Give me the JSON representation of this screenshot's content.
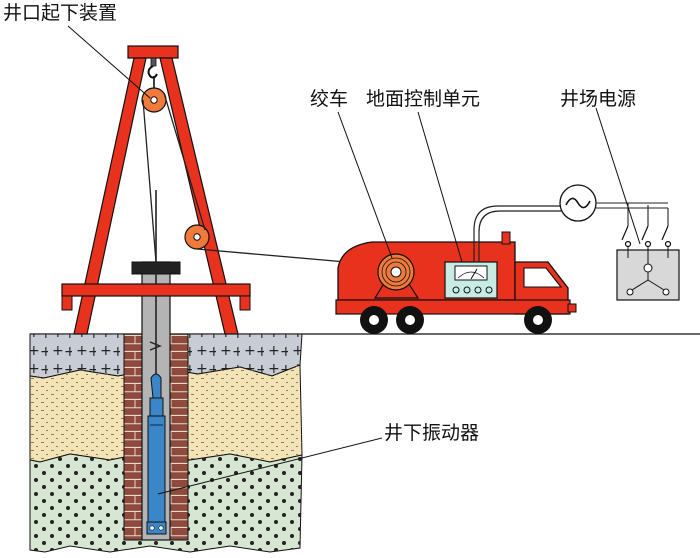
{
  "labels": {
    "wellhead_lifting_device": "井口起下装置",
    "winch": "绞车",
    "surface_control_unit": "地面控制单元",
    "wellsite_power": "井场电源",
    "downhole_vibrator": "井下振动器"
  },
  "colors": {
    "derrick_red": "#e8321e",
    "truck_red": "#e8321e",
    "pulley_orange": "#f07a3c",
    "casing_grey": "#b4b4b4",
    "brick_brown": "#8e4a3c",
    "tool_blue": "#3a86c8",
    "topsoil_grey": "#c8ccd4",
    "sand_tan": "#f3e4b8",
    "rock_green": "#d7e6d2",
    "panel_teal": "#c8ece4",
    "power_box_grey": "#d8d8d8",
    "outline": "#111111"
  },
  "icons": {
    "ac_source": "ac-source-icon",
    "pulley": "pulley-icon",
    "hook": "hook-icon",
    "wheel": "wheel-icon",
    "switch": "switch-icon"
  }
}
